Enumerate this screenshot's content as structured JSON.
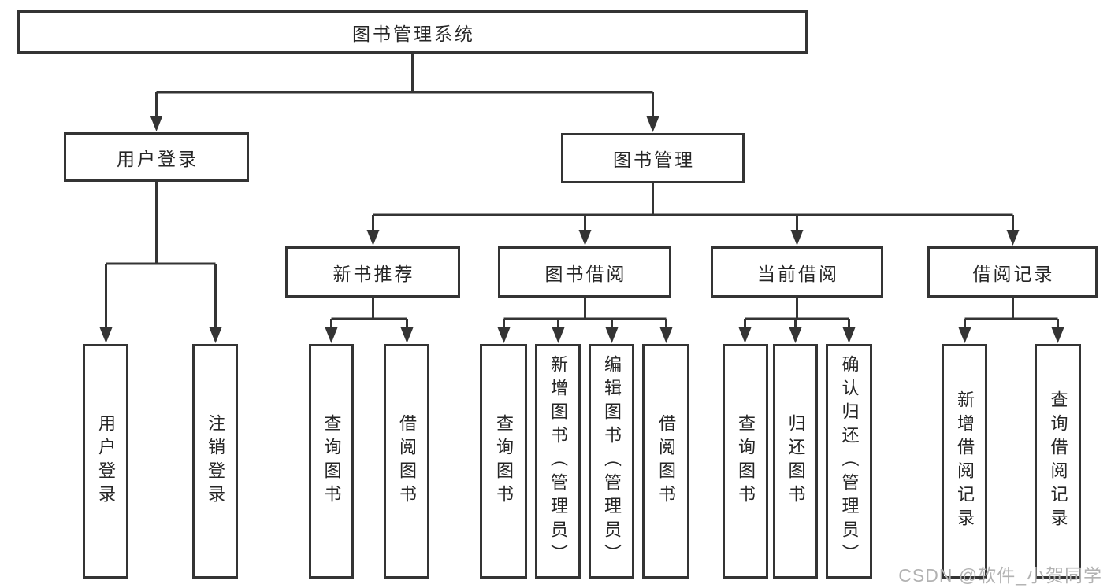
{
  "colors": {
    "line": "#343434",
    "text": "#262626",
    "bg": "#ffffff",
    "watermark": "#b2b2b2"
  },
  "watermark": {
    "text": "CSDN @软件_小贺同学"
  },
  "tree": {
    "label": "图书管理系统",
    "children": [
      {
        "label": "用户登录",
        "children": [
          {
            "label": "用户登录"
          },
          {
            "label": "注销登录"
          }
        ]
      },
      {
        "label": "图书管理",
        "children": [
          {
            "label": "新书推荐",
            "children": [
              {
                "label": "查询图书"
              },
              {
                "label": "借阅图书"
              }
            ]
          },
          {
            "label": "图书借阅",
            "children": [
              {
                "label": "查询图书"
              },
              {
                "label": "新增图书（管理员）"
              },
              {
                "label": "编辑图书（管理员）"
              },
              {
                "label": "借阅图书"
              }
            ]
          },
          {
            "label": "当前借阅",
            "children": [
              {
                "label": "查询图书"
              },
              {
                "label": "归还图书"
              },
              {
                "label": "确认归还（管理员）"
              }
            ]
          },
          {
            "label": "借阅记录",
            "children": [
              {
                "label": "新增借阅记录"
              },
              {
                "label": "查询借阅记录"
              }
            ]
          }
        ]
      }
    ]
  }
}
